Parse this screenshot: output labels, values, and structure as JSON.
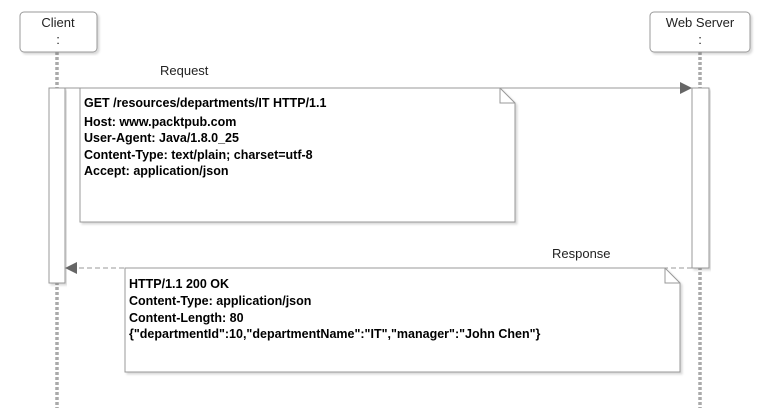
{
  "participants": [
    {
      "name": "Client",
      "sub": ":"
    },
    {
      "name": "Web Server",
      "sub": ":"
    }
  ],
  "messages": [
    {
      "label": "Request",
      "note": [
        "GET /resources/departments/IT HTTP/1.1",
        "Host: www.packtpub.com",
        "User-Agent: Java/1.8.0_25",
        "Content-Type: text/plain; charset=utf-8",
        "Accept: application/json"
      ]
    },
    {
      "label": "Response",
      "note": [
        "HTTP/1.1 200 OK",
        "Content-Type: application/json",
        "Content-Length: 80",
        "{\"departmentId\":10,\"departmentName\":\"IT\",\"manager\":\"John Chen\"}"
      ]
    }
  ],
  "colors": {
    "line": "#999999",
    "arrow": "#666666",
    "lifeline": "#aaaaaa"
  }
}
